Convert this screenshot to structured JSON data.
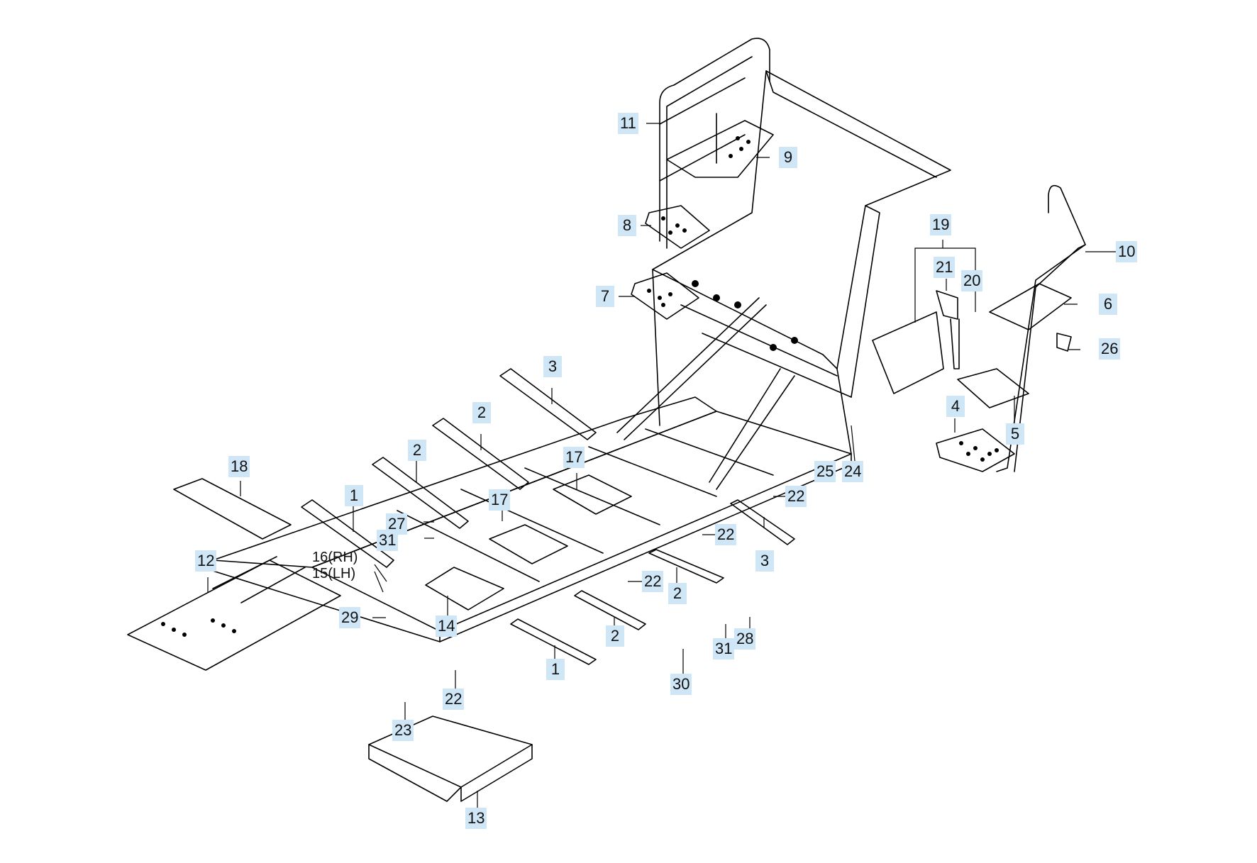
{
  "callouts": [
    {
      "id": "c1a",
      "text": "1"
    },
    {
      "id": "c1b",
      "text": "1"
    },
    {
      "id": "c2a",
      "text": "2"
    },
    {
      "id": "c2b",
      "text": "2"
    },
    {
      "id": "c2c",
      "text": "2"
    },
    {
      "id": "c2d",
      "text": "2"
    },
    {
      "id": "c3a",
      "text": "3"
    },
    {
      "id": "c3b",
      "text": "3"
    },
    {
      "id": "c4",
      "text": "4"
    },
    {
      "id": "c5",
      "text": "5"
    },
    {
      "id": "c6",
      "text": "6"
    },
    {
      "id": "c7",
      "text": "7"
    },
    {
      "id": "c8",
      "text": "8"
    },
    {
      "id": "c9",
      "text": "9"
    },
    {
      "id": "c10",
      "text": "10"
    },
    {
      "id": "c11",
      "text": "11"
    },
    {
      "id": "c12",
      "text": "12"
    },
    {
      "id": "c13",
      "text": "13"
    },
    {
      "id": "c14",
      "text": "14"
    },
    {
      "id": "c17a",
      "text": "17"
    },
    {
      "id": "c17b",
      "text": "17"
    },
    {
      "id": "c18",
      "text": "18"
    },
    {
      "id": "c19",
      "text": "19"
    },
    {
      "id": "c20",
      "text": "20"
    },
    {
      "id": "c21",
      "text": "21"
    },
    {
      "id": "c22a",
      "text": "22"
    },
    {
      "id": "c22b",
      "text": "22"
    },
    {
      "id": "c22c",
      "text": "22"
    },
    {
      "id": "c22d",
      "text": "22"
    },
    {
      "id": "c23",
      "text": "23"
    },
    {
      "id": "c24",
      "text": "24"
    },
    {
      "id": "c25",
      "text": "25"
    },
    {
      "id": "c26",
      "text": "26"
    },
    {
      "id": "c27",
      "text": "27"
    },
    {
      "id": "c28",
      "text": "28"
    },
    {
      "id": "c29",
      "text": "29"
    },
    {
      "id": "c30",
      "text": "30"
    },
    {
      "id": "c31a",
      "text": "31"
    },
    {
      "id": "c31b",
      "text": "31"
    }
  ],
  "plain_labels": [
    {
      "id": "p16",
      "text": "16(RH)"
    },
    {
      "id": "p15",
      "text": "15(LH)"
    }
  ]
}
